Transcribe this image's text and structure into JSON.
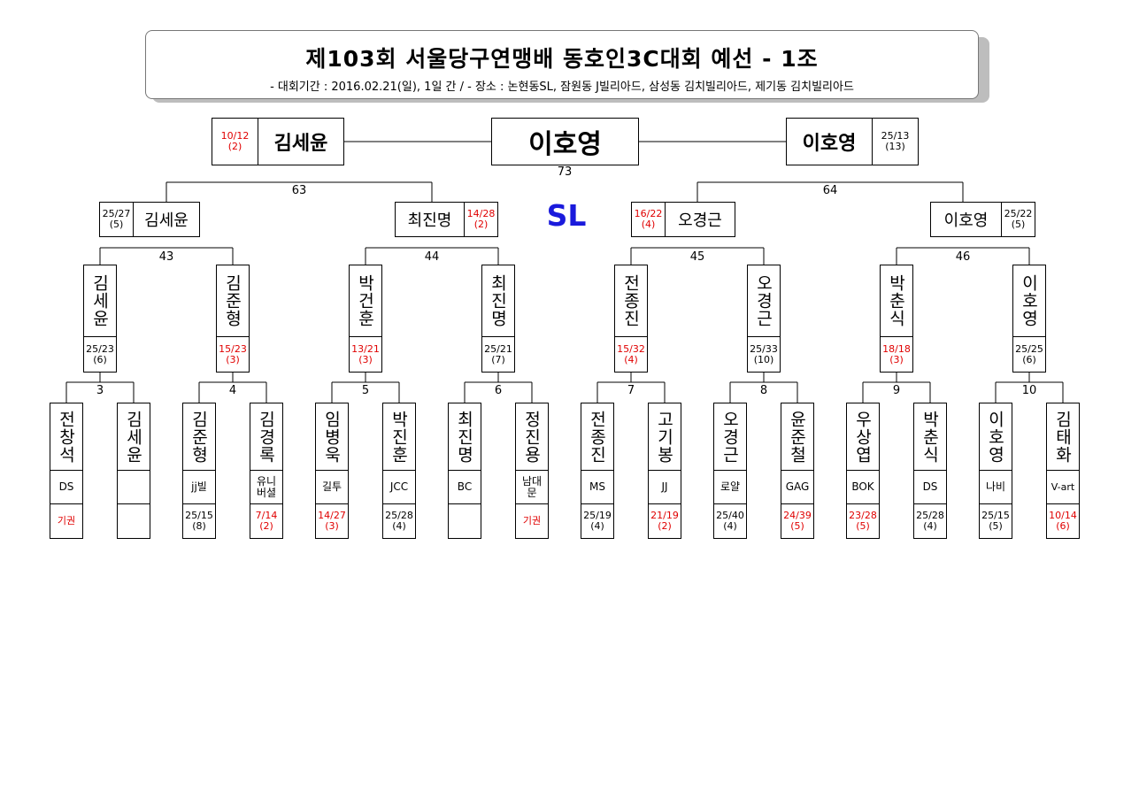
{
  "header": {
    "title": "제103회 서울당구연맹배 동호인3C대회 예선 - 1조",
    "subtitle": "- 대회기간 : 2016.02.21(일), 1일 간 / - 장소 : 논현동SL, 잠원동 J빌리아드, 삼성동 김치빌리아드, 제기동 김치빌리아드"
  },
  "venue_label": "SL",
  "colors": {
    "loss_score": "#e00000",
    "venue": "#1a1adc"
  },
  "final": {
    "winner": "이호영",
    "match_no": "73",
    "left": {
      "name": "김세윤",
      "score": "10/12",
      "inning": "(2)"
    },
    "right": {
      "name": "이호영",
      "score": "25/13",
      "inning": "(13)"
    }
  },
  "semis": [
    {
      "match_no": "63",
      "left": {
        "name": "김세윤",
        "score": "25/27",
        "inning": "(5)"
      },
      "right": {
        "name": "최진명",
        "score": "14/28",
        "inning": "(2)"
      }
    },
    {
      "match_no": "64",
      "left": {
        "name": "오경근",
        "score": "16/22",
        "inning": "(4)"
      },
      "right": {
        "name": "이호영",
        "score": "25/22",
        "inning": "(5)"
      }
    }
  ],
  "quarters": [
    {
      "match_no": "43",
      "players": [
        {
          "name": "김세윤",
          "score": "25/23",
          "inning": "(6)",
          "lost": false
        },
        {
          "name": "김준형",
          "score": "15/23",
          "inning": "(3)",
          "lost": true
        }
      ]
    },
    {
      "match_no": "44",
      "players": [
        {
          "name": "박건훈",
          "score": "13/21",
          "inning": "(3)",
          "lost": true
        },
        {
          "name": "최진명",
          "score": "25/21",
          "inning": "(7)",
          "lost": false
        }
      ]
    },
    {
      "match_no": "45",
      "players": [
        {
          "name": "전종진",
          "score": "15/32",
          "inning": "(4)",
          "lost": true
        },
        {
          "name": "오경근",
          "score": "25/33",
          "inning": "(10)",
          "lost": false
        }
      ]
    },
    {
      "match_no": "46",
      "players": [
        {
          "name": "박춘식",
          "score": "18/18",
          "inning": "(3)",
          "lost": true
        },
        {
          "name": "이호영",
          "score": "25/25",
          "inning": "(6)",
          "lost": false
        }
      ]
    }
  ],
  "first_round": [
    {
      "match_no": "3",
      "players": [
        {
          "name": "전창석",
          "club": "DS",
          "score": "기권",
          "inning": "",
          "lost": true
        },
        {
          "name": "김세윤",
          "club": "",
          "score": "",
          "inning": "",
          "lost": false
        }
      ]
    },
    {
      "match_no": "4",
      "players": [
        {
          "name": "김준형",
          "club": "jj빌",
          "score": "25/15",
          "inning": "(8)",
          "lost": false
        },
        {
          "name": "김경록",
          "club": "유니\n버셜",
          "score": "7/14",
          "inning": "(2)",
          "lost": true
        }
      ]
    },
    {
      "match_no": "5",
      "players": [
        {
          "name": "임병욱",
          "club": "길투",
          "score": "14/27",
          "inning": "(3)",
          "lost": true
        },
        {
          "name": "박진훈",
          "club": "JCC",
          "score": "25/28",
          "inning": "(4)",
          "lost": false
        }
      ]
    },
    {
      "match_no": "6",
      "players": [
        {
          "name": "최진명",
          "club": "BC",
          "score": "",
          "inning": "",
          "lost": false
        },
        {
          "name": "정진용",
          "club": "남대\n문",
          "score": "기권",
          "inning": "",
          "lost": true
        }
      ]
    },
    {
      "match_no": "7",
      "players": [
        {
          "name": "전종진",
          "club": "MS",
          "score": "25/19",
          "inning": "(4)",
          "lost": false
        },
        {
          "name": "고기봉",
          "club": "JJ",
          "score": "21/19",
          "inning": "(2)",
          "lost": true
        }
      ]
    },
    {
      "match_no": "8",
      "players": [
        {
          "name": "오경근",
          "club": "로얄",
          "score": "25/40",
          "inning": "(4)",
          "lost": false
        },
        {
          "name": "윤준철",
          "club": "GAG",
          "score": "24/39",
          "inning": "(5)",
          "lost": true
        }
      ]
    },
    {
      "match_no": "9",
      "players": [
        {
          "name": "우상엽",
          "club": "BOK",
          "score": "23/28",
          "inning": "(5)",
          "lost": true
        },
        {
          "name": "박춘식",
          "club": "DS",
          "score": "25/28",
          "inning": "(4)",
          "lost": false
        }
      ]
    },
    {
      "match_no": "10",
      "players": [
        {
          "name": "이호영",
          "club": "나비",
          "score": "25/15",
          "inning": "(5)",
          "lost": false
        },
        {
          "name": "김태화",
          "club": "V-art",
          "score": "10/14",
          "inning": "(6)",
          "lost": true
        }
      ]
    }
  ]
}
